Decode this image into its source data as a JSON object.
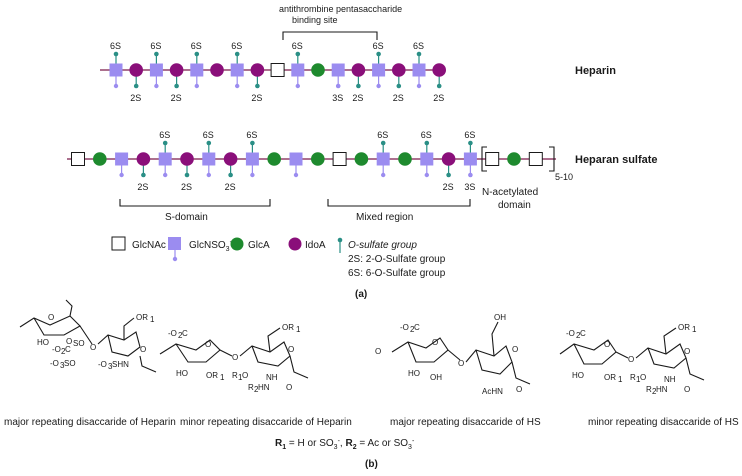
{
  "colors": {
    "glcnac_fill": "#ffffff",
    "glcnso3_fill": "#9b8cf0",
    "glca_fill": "#1e8a2e",
    "idoa_fill": "#8a0f7a",
    "sulfate_6_pin": "#2a8f86",
    "sulfate_2_pin": "#9b8cf0",
    "chain_line": "#7a1a4a"
  },
  "heparin": {
    "label": "Heparin",
    "top_annotation": "antithrombine pentasaccharide\nbinding site",
    "sugars": [
      "S",
      "I",
      "S",
      "I",
      "S",
      "I",
      "S",
      "I",
      "A",
      "S",
      "G",
      "S",
      "I",
      "S",
      "I",
      "S",
      "I"
    ],
    "top_labels": [
      {
        "text": "6S",
        "at": 0
      },
      {
        "text": "6S",
        "at": 2
      },
      {
        "text": "6S",
        "at": 4
      },
      {
        "text": "6S",
        "at": 6
      },
      {
        "text": "6S",
        "at": 9
      },
      {
        "text": "6S",
        "at": 13
      },
      {
        "text": "6S",
        "at": 15
      }
    ],
    "bottom_labels": [
      {
        "text": "2S",
        "at": 1
      },
      {
        "text": "2S",
        "at": 3
      },
      {
        "text": "2S",
        "at": 7
      },
      {
        "text": "3S",
        "at": 11
      },
      {
        "text": "2S",
        "at": 12
      },
      {
        "text": "2S",
        "at": 14
      },
      {
        "text": "2S",
        "at": 16
      }
    ]
  },
  "heparan_sulfate": {
    "label": "Heparan sulfate",
    "sugars": [
      "A",
      "G",
      "S",
      "I",
      "S",
      "I",
      "S",
      "I",
      "S",
      "G",
      "S",
      "G",
      "A",
      "G",
      "S",
      "G",
      "S",
      "I",
      "S",
      "A",
      "G",
      "A"
    ],
    "top_labels": [
      {
        "text": "6S",
        "at": 4
      },
      {
        "text": "6S",
        "at": 6
      },
      {
        "text": "6S",
        "at": 8
      },
      {
        "text": "6S",
        "at": 14
      },
      {
        "text": "6S",
        "at": 16
      },
      {
        "text": "6S",
        "at": 18
      }
    ],
    "bottom_labels": [
      {
        "text": "2S",
        "at": 3
      },
      {
        "text": "2S",
        "at": 5
      },
      {
        "text": "2S",
        "at": 7
      },
      {
        "text": "2S",
        "at": 17
      },
      {
        "text": "3S",
        "at": 18
      }
    ],
    "bracket_subscript": "5-10",
    "region_labels": [
      "S-domain",
      "Mixed region",
      "N-acetylated\ndomain"
    ]
  },
  "legend": {
    "glcnac": "GlcNAc",
    "glcnso3": "GlcNSO",
    "glcnso3_sup": "3",
    "glcnso3_charge": "-",
    "glca": "GlcA",
    "idoa": "IdoA",
    "osulfate": "O-sulfate group",
    "twos": "2S: 2-O-Sulfate group",
    "sixs": "6S: 6-O-Sulfate group"
  },
  "panel_a": "(a)",
  "panel_b": "(b)",
  "structures": {
    "captions": [
      "major repeating disaccaride of Heparin",
      "minor repeating disaccaride of Heparin",
      "major repeating disaccaride of HS",
      "minor repeating disaccaride of HS"
    ]
  },
  "rgroup_note": "R1 = H or SO3-, R2 = Ac or SO3-"
}
